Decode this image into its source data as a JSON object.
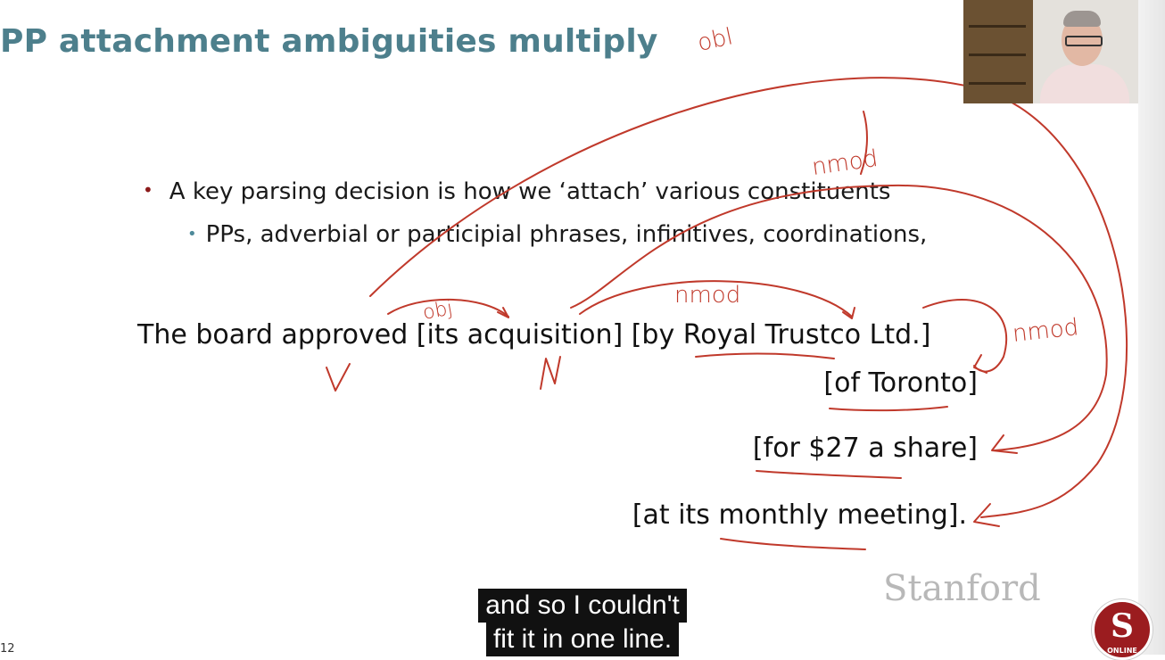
{
  "slide": {
    "title": "PP attachment ambiguities multiply",
    "bullet_main": "A key parsing decision is how we ‘attach’ various constituents",
    "bullet_sub": "PPs, adverbial or participial phrases, infinitives, coordinations,",
    "sentence_lines": [
      "The board approved [its acquisition] [by Royal Trustco Ltd.]",
      "[of Toronto]",
      "[for $27 a share]",
      "[at its monthly meeting]."
    ],
    "logo_text": "Stanford",
    "slide_number": "12"
  },
  "annotations": {
    "obl": "obl",
    "nmod_top": "nmod",
    "nmod_mid": "nmod",
    "nmod_right": "nmod",
    "obj": "obj",
    "v": "V",
    "n": "N"
  },
  "captions": {
    "line1": "and so I couldn't",
    "line2": "fit it in one line."
  },
  "badge": {
    "letter": "S",
    "online": "ONLINE"
  },
  "colors": {
    "title": "#4d7f8c",
    "ink": "#c0392b",
    "bullet_main": "#8c1a1a",
    "bullet_sub": "#4d8a9a"
  }
}
